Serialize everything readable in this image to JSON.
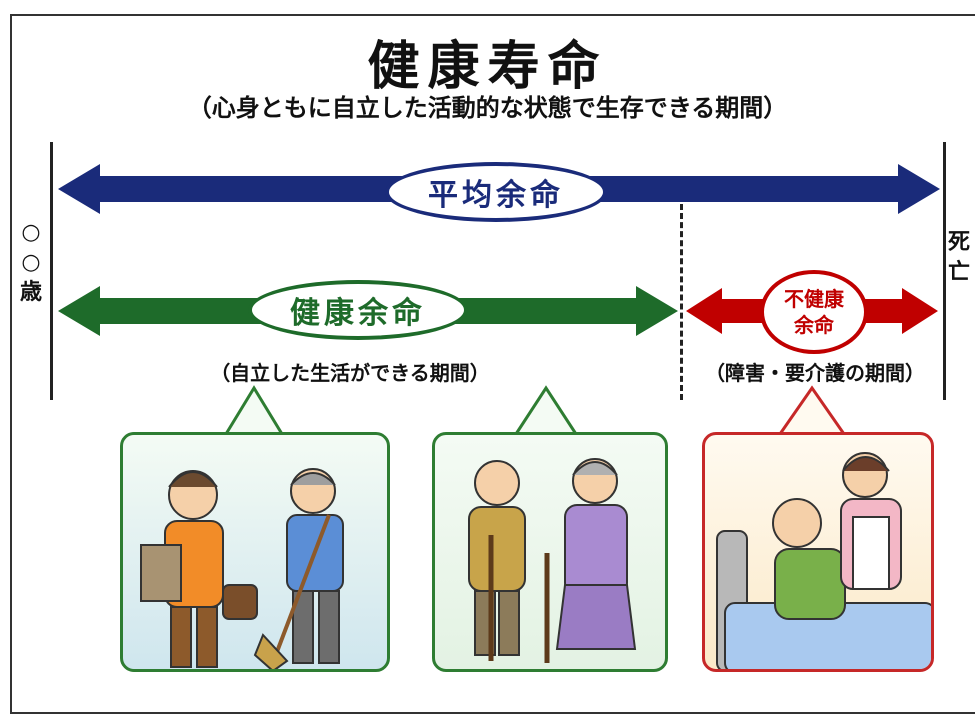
{
  "title": "健康寿命",
  "subtitle": "（心身ともに自立した活動的な状態で生存できる期間）",
  "left_label": [
    "○",
    "○",
    "歳"
  ],
  "right_label": [
    "死",
    "亡"
  ],
  "average_life": "平均余命",
  "healthy_life": "健康余命",
  "unhealthy_life": [
    "不健康",
    "余命"
  ],
  "healthy_caption": "（自立した生活ができる期間）",
  "unhealthy_caption": "（障害・要介護の期間）",
  "colors": {
    "average": "#1a2b7a",
    "healthy": "#1e6b2a",
    "unhealthy": "#c00000"
  }
}
